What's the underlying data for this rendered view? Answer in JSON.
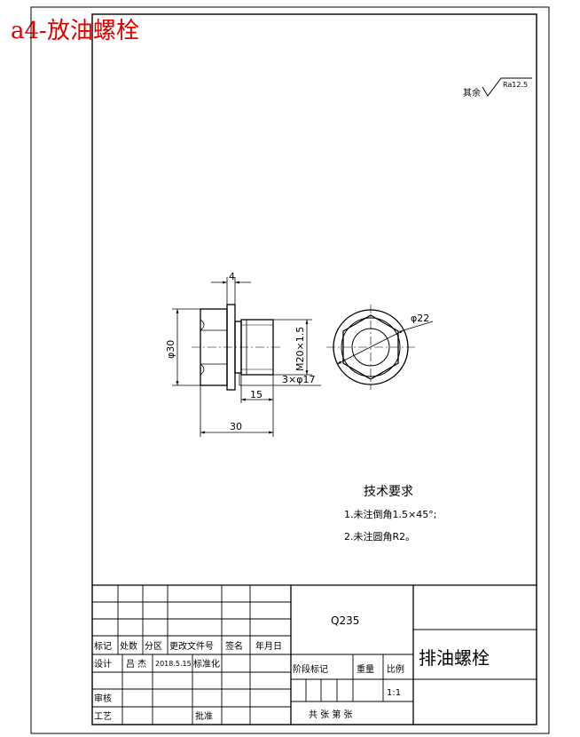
{
  "header": {
    "caption": "a4-放油螺栓"
  },
  "roughness": {
    "prefix": "其余",
    "value": "Ra12.5"
  },
  "dimensions": {
    "flange_thickness": "4",
    "head_diameter": "φ30",
    "thread": "M20×1.5",
    "undercut": "3×φ17",
    "thread_length": "15",
    "total_length": "30",
    "circle_diameter": "φ22"
  },
  "tech_requirements": {
    "title": "技术要求",
    "items": [
      "1.未注倒角1.5×45°;",
      "2.未注圆角R2。"
    ]
  },
  "title_block": {
    "material": "Q235",
    "part_name": "排油螺栓",
    "rev_headers": [
      "标记",
      "处数",
      "分区",
      "更改文件号",
      "签名",
      "年月日"
    ],
    "design_label": "设计",
    "designer": "吕 杰",
    "date": "2018.5.15",
    "standard_label": "标准化",
    "check_label": "审核",
    "process_label": "工艺",
    "approve_label": "批准",
    "stage_label": "阶段标记",
    "weight_label": "重量",
    "scale_label": "比例",
    "scale_value": "1:1",
    "sheets": "共 张 第 张"
  }
}
